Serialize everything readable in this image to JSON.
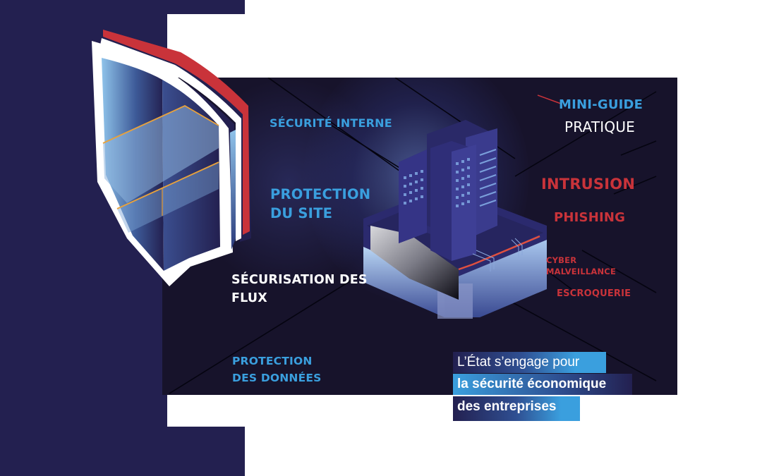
{
  "poster": {
    "colors": {
      "navy": "#232050",
      "panel": "#17132b",
      "accent_blue": "#3a9fde",
      "accent_red": "#c9333a",
      "shield_orange": "#e9a23b",
      "white": "#ffffff"
    },
    "header": {
      "title_line1": "MINI-GUIDE",
      "title_line2": "PRATIQUE"
    },
    "left_topics": {
      "securite_interne": "SÉCURITÉ INTERNE",
      "protection_site_line1": "PROTECTION",
      "protection_site_line2": "DU SITE",
      "securisation_flux_line1": "SÉCURISATION DES",
      "securisation_flux_line2": "FLUX",
      "protection_donnees_line1": "PROTECTION",
      "protection_donnees_line2": "DES DONNÉES"
    },
    "right_threats": {
      "intrusion": "INTRUSION",
      "phishing": "PHISHING",
      "cyber_line1": "CYBER",
      "cyber_line2": "MALVEILLANCE",
      "escroquerie": "ESCROQUERIE"
    },
    "tagline": {
      "line1": "L’État s’engage pour",
      "line2": "la sécurité économique",
      "line3": "des entreprises"
    },
    "icons": {
      "shield": "shield-icon",
      "building": "building-icon"
    }
  }
}
